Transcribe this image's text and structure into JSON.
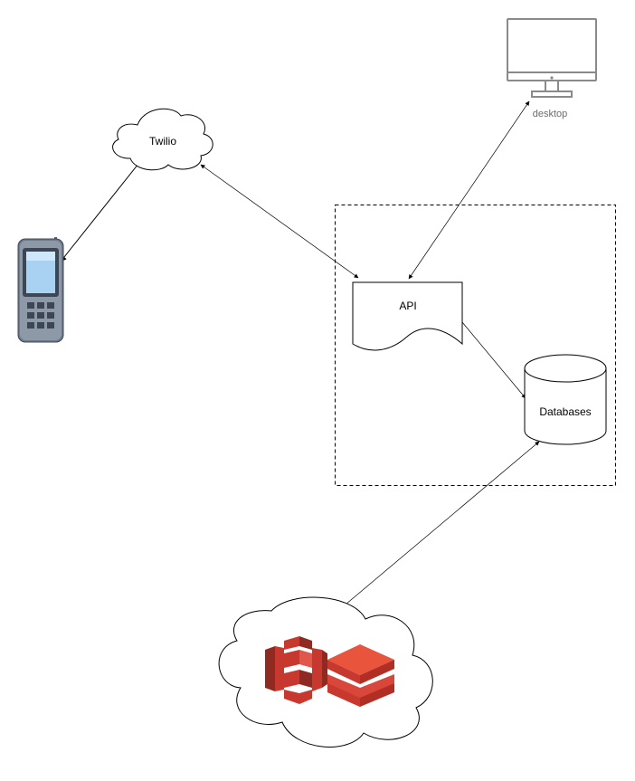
{
  "nodes": {
    "twilio": {
      "label": "Twilio"
    },
    "api": {
      "label": "API"
    },
    "databases": {
      "label": "Databases"
    },
    "desktop": {
      "label": "desktop"
    }
  },
  "icons": {
    "phone": "mobile-phone-icon",
    "monitor": "desktop-monitor-icon",
    "s3": "aws-s3-icon",
    "layers": "stacked-layers-icon"
  },
  "colors": {
    "edge": "#000000",
    "monitor_stroke": "#8a8a8a",
    "aws_red": "#c7392f",
    "aws_red_dark": "#8f2a22",
    "layers_orange": "#e8543c",
    "phone_body": "#6f7a8a",
    "phone_screen": "#a9d2f2"
  }
}
